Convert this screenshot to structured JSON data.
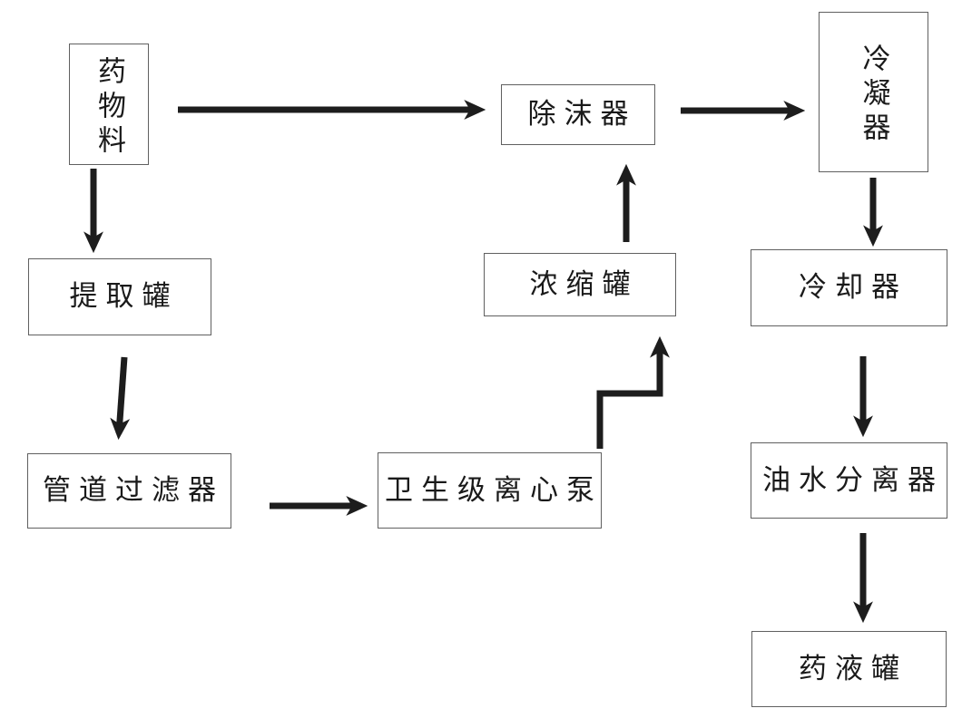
{
  "diagram": {
    "type": "process-flowchart",
    "language": "zh-CN",
    "colors": {
      "background": "#ffffff",
      "box_border": "#606060",
      "box_fill": "#ffffff",
      "text": "#1a1a1a",
      "arrow": "#1d1d1d"
    },
    "nodes": {
      "material": {
        "label": "药物料",
        "orientation": "vertical"
      },
      "demister": {
        "label": "除沫器",
        "orientation": "horizontal"
      },
      "condenser": {
        "label": "冷凝器",
        "orientation": "vertical"
      },
      "extraction_tank": {
        "label": "提取罐",
        "orientation": "horizontal"
      },
      "concentration_tank": {
        "label": "浓缩罐",
        "orientation": "horizontal"
      },
      "cooler": {
        "label": "冷却器",
        "orientation": "horizontal"
      },
      "pipeline_filter": {
        "label": "管道过滤器",
        "orientation": "horizontal"
      },
      "centrifugal_pump": {
        "label": "卫生级离心泵",
        "orientation": "horizontal"
      },
      "oil_water_separator": {
        "label": "油水分离器",
        "orientation": "horizontal"
      },
      "liquid_tank": {
        "label": "药液罐",
        "orientation": "horizontal"
      }
    },
    "edges": [
      {
        "from": "药物料",
        "to": "除沫器",
        "direction": "right"
      },
      {
        "from": "除沫器",
        "to": "冷凝器",
        "direction": "right"
      },
      {
        "from": "药物料",
        "to": "提取罐",
        "direction": "down"
      },
      {
        "from": "提取罐",
        "to": "管道过滤器",
        "direction": "down"
      },
      {
        "from": "管道过滤器",
        "to": "卫生级离心泵",
        "direction": "right"
      },
      {
        "from": "卫生级离心泵",
        "to": "浓缩罐",
        "direction": "up-elbow"
      },
      {
        "from": "浓缩罐",
        "to": "除沫器",
        "direction": "up"
      },
      {
        "from": "冷凝器",
        "to": "冷却器",
        "direction": "down"
      },
      {
        "from": "冷却器",
        "to": "油水分离器",
        "direction": "down"
      },
      {
        "from": "油水分离器",
        "to": "药液罐",
        "direction": "down"
      }
    ]
  }
}
